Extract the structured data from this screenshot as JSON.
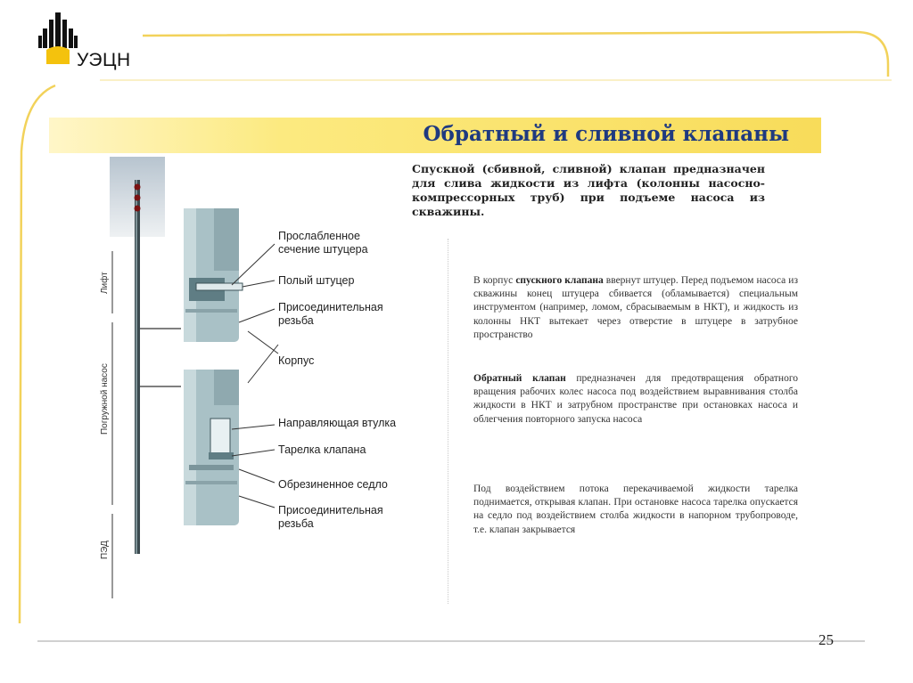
{
  "header": {
    "org": "УЭЦН",
    "logo_icon": "rosneft-logo-icon",
    "title": "Обратный и сливной клапаны"
  },
  "diagram": {
    "callouts": {
      "weakened_section_1": "Прослабленное",
      "weakened_section_2": "сечение штуцера",
      "hollow_fitting": "Полый штуцер",
      "connecting_thread_top_1": "Присоединительная",
      "connecting_thread_top_2": "резьба",
      "body": "Корпус",
      "guide_bushing": "Направляющая втулка",
      "valve_plate": "Тарелка клапана",
      "rubber_seat": "Обрезиненное седло",
      "connecting_thread_bottom_1": "Присоединительная",
      "connecting_thread_bottom_2": "резьба"
    },
    "side_labels": {
      "lift": "Лифт",
      "submersible_pump": "Погружной насос",
      "motor": "ПЭД"
    }
  },
  "text": {
    "intro": "Спускной (сбивной, сливной) клапан предназначен для слива жидкости из лифта (колонны насосно-компрессорных труб) при подъеме насоса из скважины.",
    "drain_prefix": "В корпус ",
    "drain_bold": "спускного клапана",
    "drain_rest": " ввернут штуцер. Перед подъемом насоса из скважины конец штуцера сбивается (обламывается) специальным инструментом (например, ломом, сбрасываемым в НКТ), и жидкость из колонны НКТ вытекает через отверстие в штуцере в затрубное пространство",
    "check_bold": "Обратный клапан",
    "check_rest": " предназначен для предотвращения обратного вращения рабочих колес насоса под воздействием выравнивания столба жидкости в НКТ и затрубном пространстве при остановках насоса и облегчения повторного запуска насоса",
    "operation": "Под воздействием потока перекачиваемой жидкости тарелка поднимается, открывая клапан. При остановке насоса тарелка опускается на седло под воздействием столба жидкости в напорном трубопроводе, т.е. клапан закрывается"
  },
  "footer": {
    "page_number": "25"
  },
  "colors": {
    "accent_yellow": "#f8dc5a",
    "title_blue": "#1f3a80",
    "frame_yellow": "#f2d25a",
    "valve_body": "#a9c1c6"
  }
}
